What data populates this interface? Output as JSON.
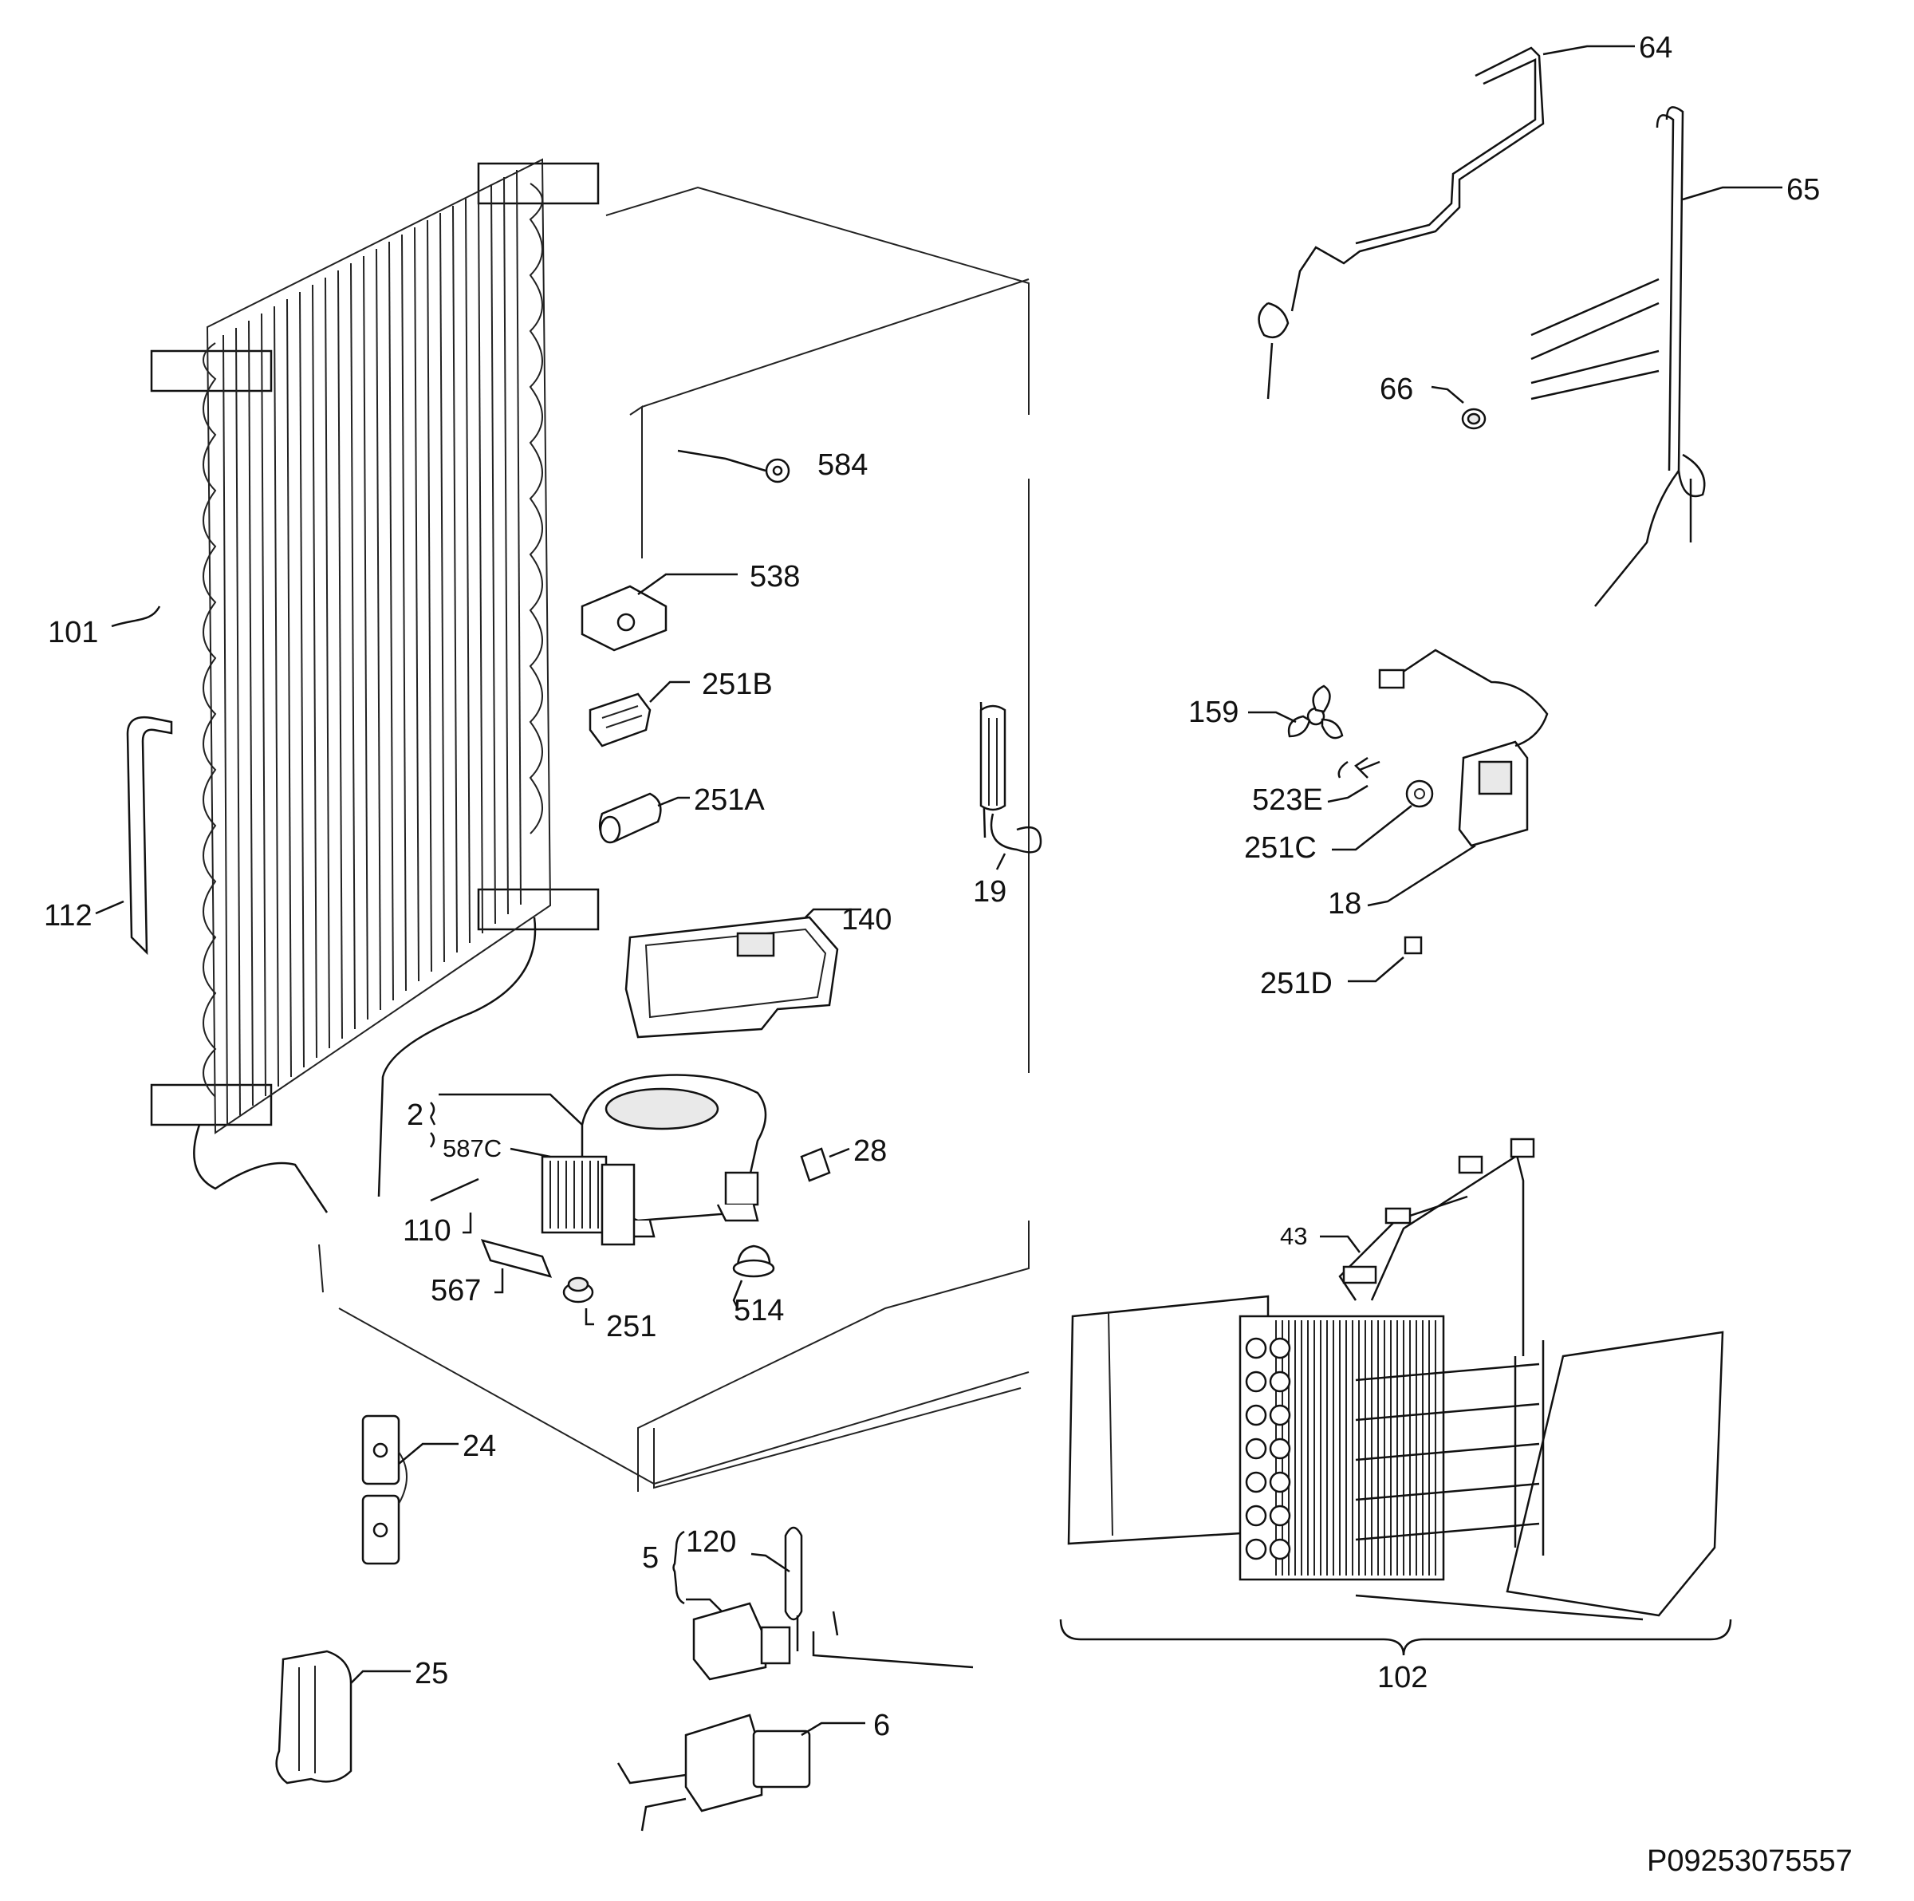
{
  "diagram": {
    "drawing_code": "P09253075557",
    "labels": {
      "l101": "101",
      "l112": "112",
      "l584": "584",
      "l538": "538",
      "l251B": "251B",
      "l251A": "251A",
      "l140": "140",
      "l19": "19",
      "l2": "2",
      "l587C": "587C",
      "l28": "28",
      "l110": "110",
      "l567": "567",
      "l514": "514",
      "l251": "251",
      "l24": "24",
      "l25": "25",
      "l5": "5",
      "l120": "120",
      "l6": "6",
      "l64": "64",
      "l65": "65",
      "l66": "66",
      "l159": "159",
      "l523E": "523E",
      "l251C": "251C",
      "l18": "18",
      "l251D": "251D",
      "l43": "43",
      "l102": "102"
    }
  }
}
